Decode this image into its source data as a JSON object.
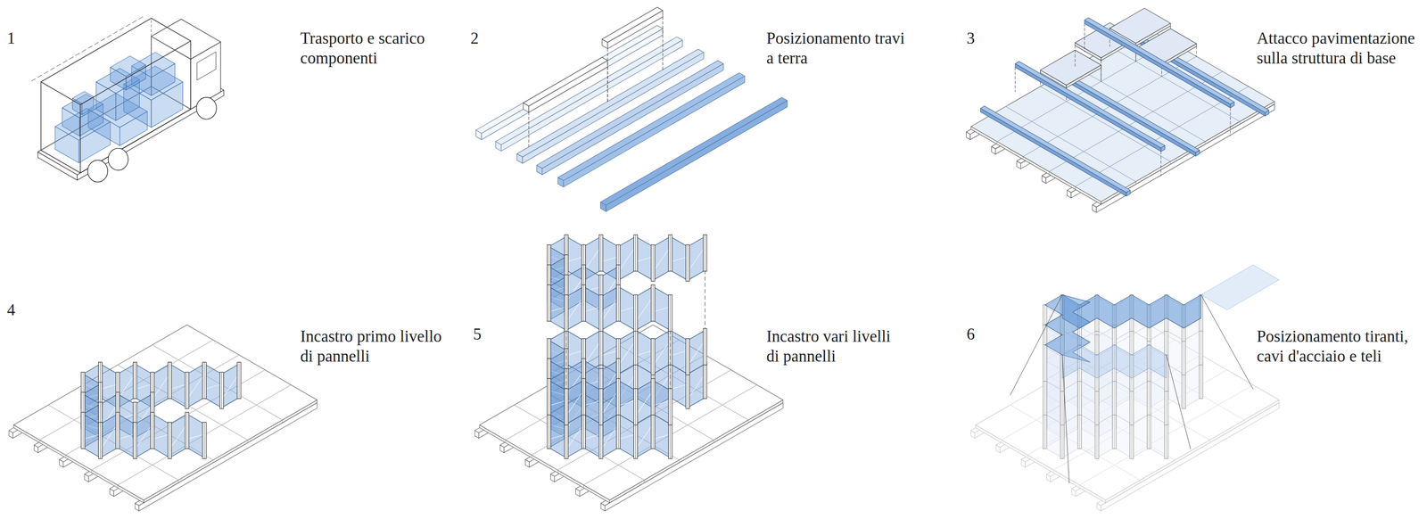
{
  "diagram": {
    "labels": [
      "1",
      "Trasporto e scarico componenti",
      "2",
      "Posizionamento travi a terra",
      "3",
      "Attacco pavimentazione sulla struttura di base",
      "4",
      "Incastro primo livello di pannelli",
      "5",
      "Incastro vari livelli di pannelli",
      "6",
      "Posizionamento tiranti, cavi d'acciaio e teli"
    ]
  }
}
